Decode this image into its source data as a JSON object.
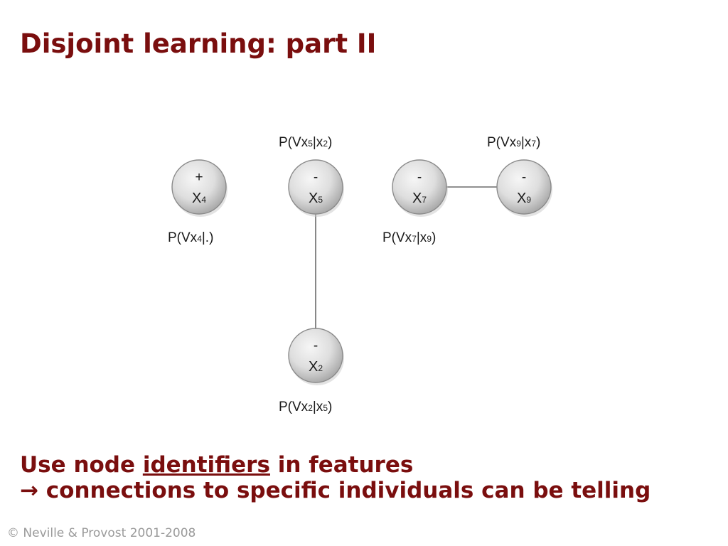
{
  "title": "Disjoint learning: part II",
  "nodes": [
    {
      "id": "x4",
      "sign": "+",
      "name": "X",
      "sub": "4",
      "prob": {
        "main": "P(Vx",
        "s1": "4",
        "mid": "|.)",
        "s2": "",
        "end": ""
      }
    },
    {
      "id": "x5",
      "sign": "-",
      "name": "X",
      "sub": "5",
      "prob": {
        "main": "P(Vx",
        "s1": "5",
        "mid": "|x",
        "s2": "2",
        "end": ")"
      }
    },
    {
      "id": "x7",
      "sign": "-",
      "name": "X",
      "sub": "7",
      "prob": {
        "main": "P(Vx",
        "s1": "7",
        "mid": "|x",
        "s2": "9",
        "end": ")"
      }
    },
    {
      "id": "x9",
      "sign": "-",
      "name": "X",
      "sub": "9",
      "prob": {
        "main": "P(Vx",
        "s1": "9",
        "mid": "|x",
        "s2": "7",
        "end": ")"
      }
    },
    {
      "id": "x2",
      "sign": "-",
      "name": "X",
      "sub": "2",
      "prob": {
        "main": "P(Vx",
        "s1": "2",
        "mid": "|x",
        "s2": "5",
        "end": ")"
      }
    }
  ],
  "edges": [
    [
      "x5",
      "x2"
    ],
    [
      "x7",
      "x9"
    ]
  ],
  "message": {
    "line1_pre": "Use node ",
    "line1_link": "identifiers",
    "line1_post": " in features",
    "line2_arrow": "→",
    "line2_text": " connections to specific individuals can be telling"
  },
  "footer": "© Neville & Provost 2001-2008",
  "colors": {
    "accent": "#7a0e0e",
    "node_fill_light": "#f4f4f4",
    "node_fill_dark": "#a8a8a8",
    "footer": "#9a9a9a"
  }
}
